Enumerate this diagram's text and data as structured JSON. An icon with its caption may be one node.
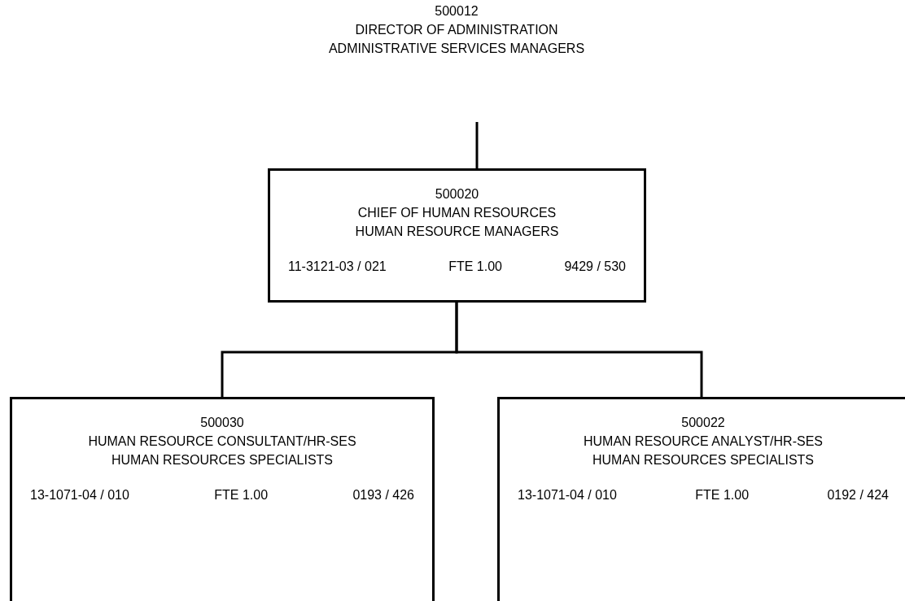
{
  "diagram": {
    "nodes": [
      {
        "text": [
          "500012",
          "DIRECTOR OF ADMINISTRATION",
          "ADMINISTRATIVE SERVICES MANAGERS"
        ]
      },
      {
        "text": [
          "500020",
          "CHIEF OF HUMAN RESOURCES",
          "HUMAN RESOURCE MANAGERS",
          "11-3121-03 / 021",
          "FTE 1.00",
          "9429 / 530"
        ]
      },
      {
        "text": [
          "500030",
          "HUMAN RESOURCE CONSULTANT/HR-SES",
          "HUMAN RESOURCES SPECIALISTS",
          "13-1071-04 / 010",
          "FTE 1.00",
          "0193 / 426"
        ]
      },
      {
        "text": [
          "500022",
          "HUMAN RESOURCE ANALYST/HR-SES",
          "HUMAN RESOURCES SPECIALISTS",
          "13-1071-04 / 010",
          "FTE 1.00",
          "0192 / 424"
        ]
      }
    ],
    "edges": [
      {
        "from": null,
        "to": 1,
        "arrow": "none"
      },
      {
        "from": 1,
        "to": 2,
        "arrow": "none"
      },
      {
        "from": 1,
        "to": 3,
        "arrow": "none"
      }
    ]
  }
}
